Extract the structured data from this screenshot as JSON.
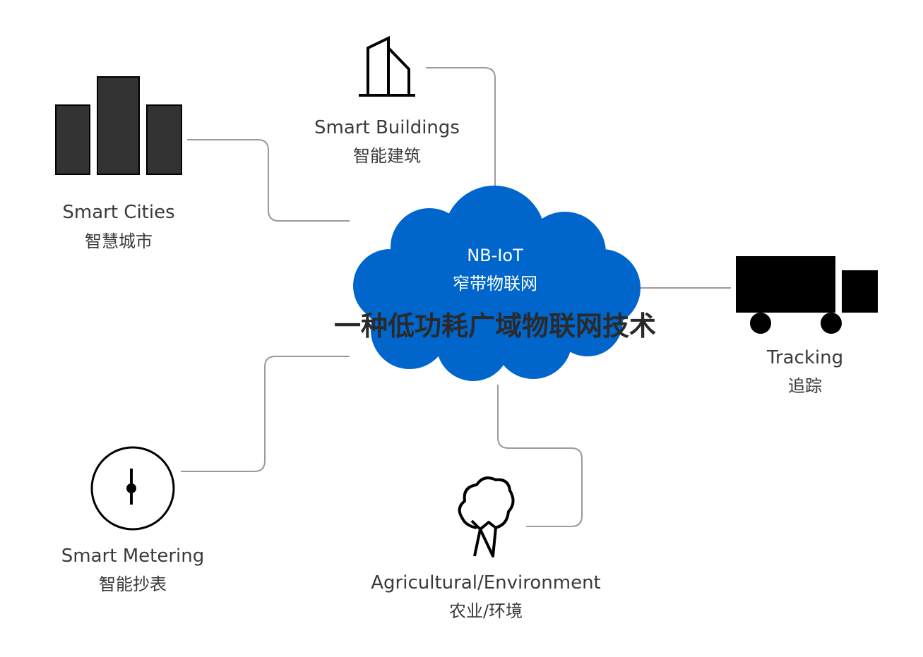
{
  "center": {
    "title": "NB-IoT",
    "subtitle": "窄带物联网",
    "description": "一种低功耗广域物联网技术",
    "cloud_color": "#0066cc"
  },
  "nodes": {
    "smart_cities": {
      "label_en": "Smart Cities",
      "label_cn": "智慧城市",
      "icon": "city-buildings-icon"
    },
    "smart_buildings": {
      "label_en": "Smart Buildings",
      "label_cn": "智能建筑",
      "icon": "building-outline-icon"
    },
    "tracking": {
      "label_en": "Tracking",
      "label_cn": "追踪",
      "icon": "truck-icon"
    },
    "smart_metering": {
      "label_en": "Smart Metering",
      "label_cn": "智能抄表",
      "icon": "meter-gauge-icon"
    },
    "agricultural": {
      "label_en": "Agricultural/Environment",
      "label_cn": "农业/环境",
      "icon": "tree-icon"
    }
  },
  "colors": {
    "icon_dark": "#333333",
    "icon_black": "#000000",
    "connector": "#9a9a9a",
    "text": "#3a3a3a"
  }
}
